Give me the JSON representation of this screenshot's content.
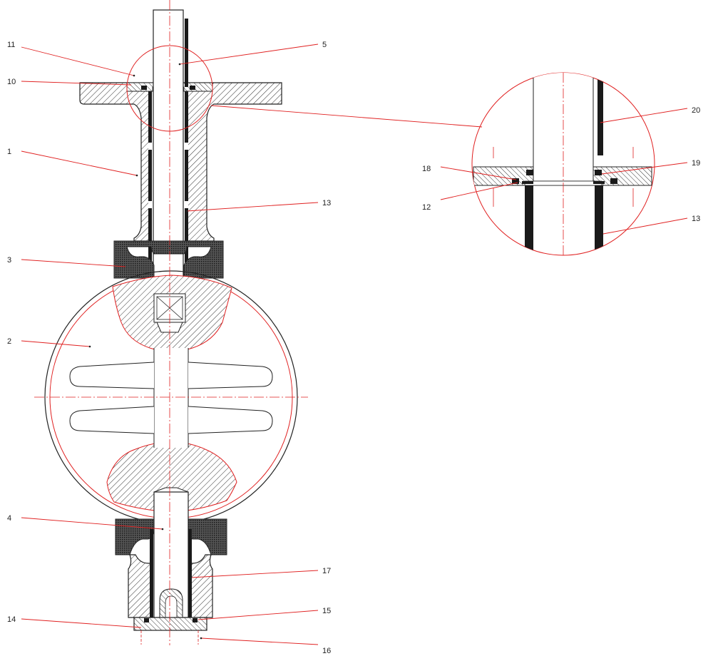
{
  "colors": {
    "outline": "#222222",
    "center_line": "#e02020",
    "leader_red": "#e02020",
    "fill_black": "#1a1a1a",
    "hatch": "#333333",
    "background": "#ffffff"
  },
  "labels": {
    "l1": "1",
    "l2": "2",
    "l3": "3",
    "l4": "4",
    "l5": "5",
    "l10": "10",
    "l11": "11",
    "l12": "12",
    "l13": "13",
    "l13b": "13",
    "l14": "14",
    "l15": "15",
    "l16": "16",
    "l17": "17",
    "l18": "18",
    "l19": "19",
    "l20": "20"
  }
}
